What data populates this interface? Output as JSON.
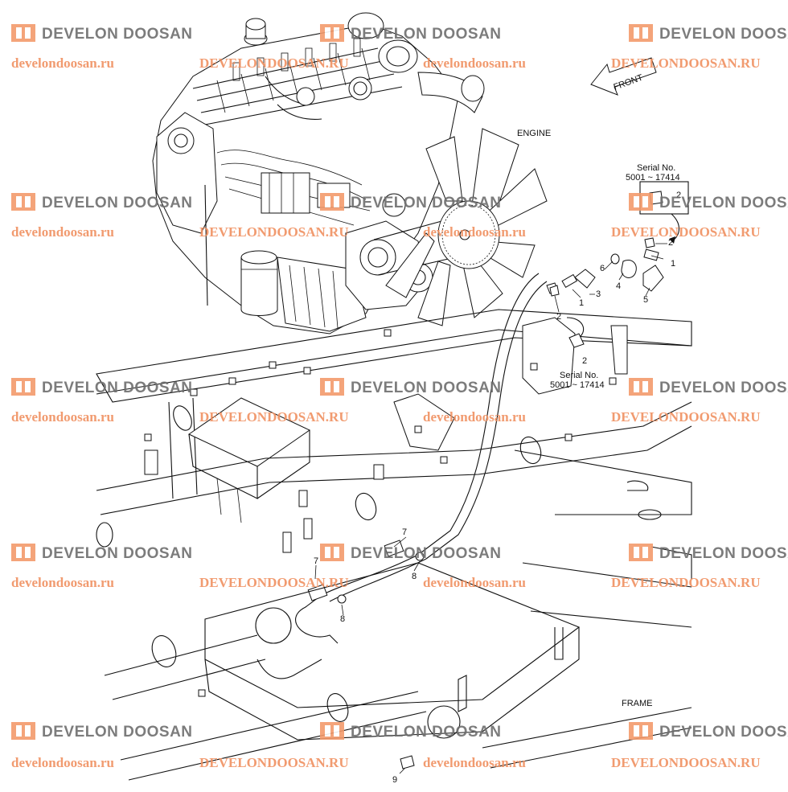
{
  "labels": {
    "engine": "ENGINE",
    "frame": "FRAME",
    "front": "FRONT",
    "serial_title": "Serial No.",
    "serial_range": "5001 ~ 17414"
  },
  "parts": [
    "1",
    "2",
    "3",
    "4",
    "5",
    "6",
    "7",
    "8",
    "9"
  ],
  "watermark": {
    "brand": "DEVELON DOOSAN",
    "url_lower": "develondoosan.ru",
    "url_upper": "DEVELONDOOSAN.RU"
  },
  "colors": {
    "line": "#111111",
    "watermark_brand": "#6e6e6e",
    "watermark_logo": "#f39a6b",
    "watermark_url": "#f09060"
  }
}
